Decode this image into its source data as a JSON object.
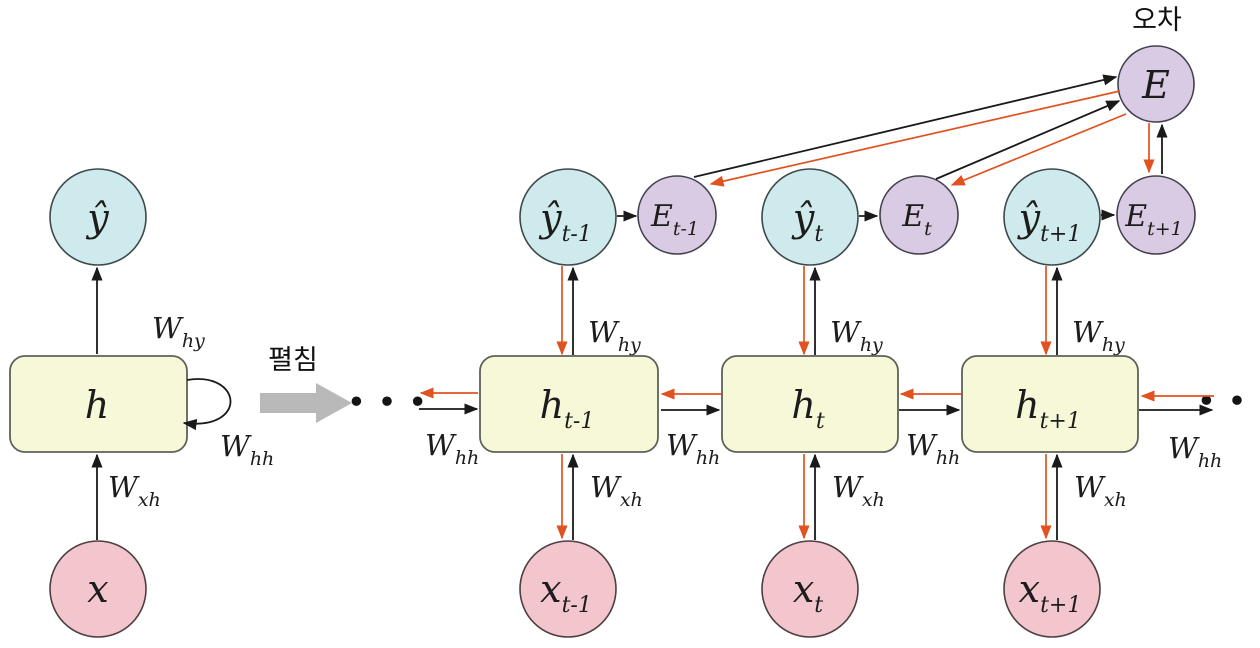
{
  "labels": {
    "error_korean": "오차",
    "unfold_korean": "펼침",
    "ellipsis": "• • •"
  },
  "weights": {
    "hy": {
      "main": "W",
      "sub": "hy"
    },
    "hh": {
      "main": "W",
      "sub": "hh"
    },
    "xh": {
      "main": "W",
      "sub": "xh"
    }
  },
  "folded": {
    "y": {
      "main": "ŷ",
      "sub": ""
    },
    "h": {
      "main": "h",
      "sub": ""
    },
    "x": {
      "main": "x",
      "sub": ""
    }
  },
  "unrolled": {
    "e_top": {
      "main": "E",
      "sub": ""
    },
    "cols": [
      {
        "y": {
          "main": "ŷ",
          "sub": "t-1"
        },
        "e": {
          "main": "E",
          "sub": "t-1"
        },
        "h": {
          "main": "h",
          "sub": "t-1"
        },
        "x": {
          "main": "x",
          "sub": "t-1"
        }
      },
      {
        "y": {
          "main": "ŷ",
          "sub": "t"
        },
        "e": {
          "main": "E",
          "sub": "t"
        },
        "h": {
          "main": "h",
          "sub": "t"
        },
        "x": {
          "main": "x",
          "sub": "t"
        }
      },
      {
        "y": {
          "main": "ŷ",
          "sub": "t+1"
        },
        "e": {
          "main": "E",
          "sub": "t+1"
        },
        "h": {
          "main": "h",
          "sub": "t+1"
        },
        "x": {
          "main": "x",
          "sub": "t+1"
        }
      }
    ]
  },
  "colors": {
    "output_node": "#cfeaec",
    "hidden_node": "#f6f8d8",
    "input_node": "#f2c6cc",
    "error_node": "#d9cbe3",
    "forward_arrow": "#1a1a1a",
    "backward_arrow": "#e0521f",
    "unfold_arrow": "#b9b9b9"
  }
}
